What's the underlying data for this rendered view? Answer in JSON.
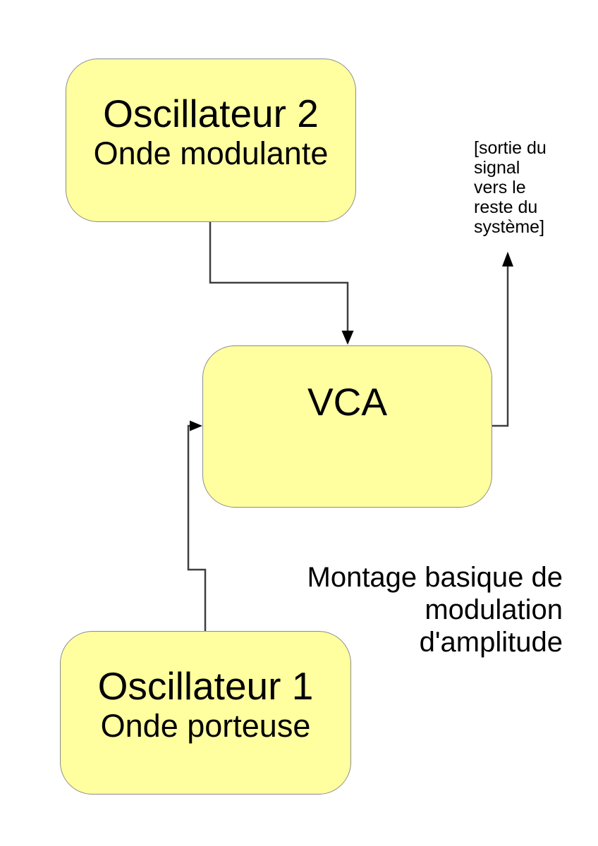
{
  "diagram": {
    "boxes": {
      "oscillator2": {
        "title": "Oscillateur 2",
        "subtitle": "Onde modulante"
      },
      "vca": {
        "title": "VCA"
      },
      "oscillator1": {
        "title": "Oscillateur 1",
        "subtitle": "Onde porteuse"
      }
    },
    "output_note": {
      "lines": [
        "[sortie du",
        "signal",
        "vers le",
        "reste du",
        "système]"
      ]
    },
    "caption": {
      "lines": [
        "Montage basique de",
        "modulation",
        "d'amplitude"
      ]
    },
    "colors": {
      "box_fill": "#ffffa0",
      "box_border": "#8c8c8c",
      "connector": "#3f3f3f",
      "arrowhead": "#000000",
      "text": "#000000",
      "background": "#ffffff"
    }
  }
}
